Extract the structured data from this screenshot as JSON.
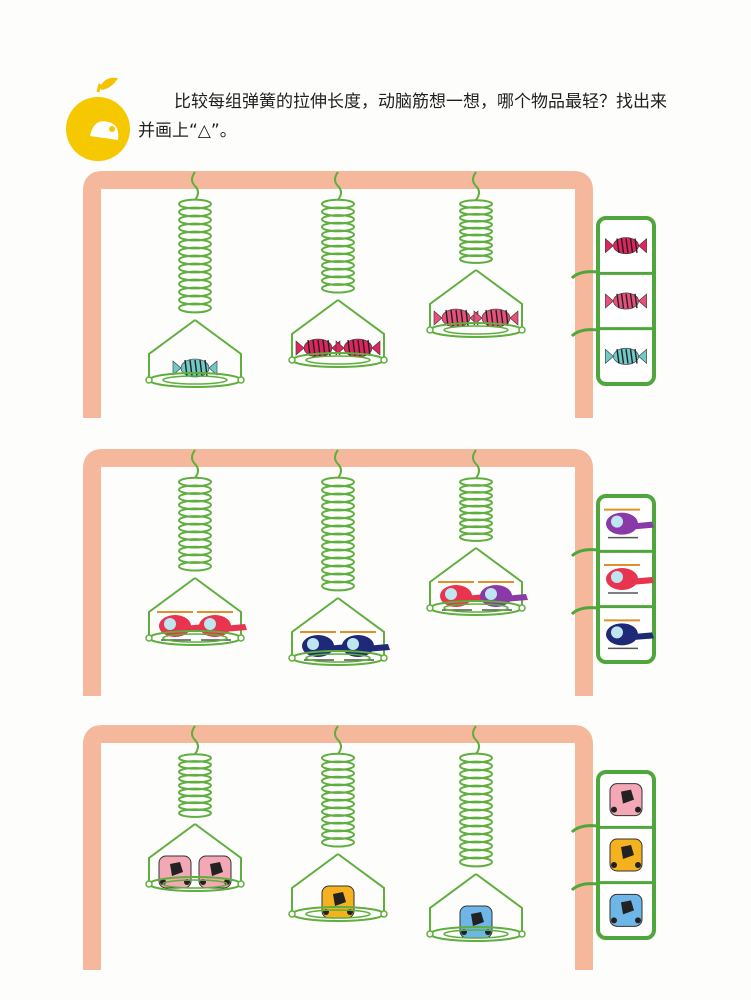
{
  "instruction": {
    "text": "比较每组弹簧的拉伸长度，动脑筋想一想，哪个物品最轻？找出来并画上“△”。",
    "apple_icon": "apple-icon"
  },
  "colors": {
    "frame": "#f5b89c",
    "spring": "#5fae3e",
    "answer_box": "#4fa63c"
  },
  "groups": [
    {
      "item": "candy",
      "springs": [
        {
          "stretch_level": "long",
          "item_count": 1,
          "item_color": "#6fc9c6"
        },
        {
          "stretch_level": "medium",
          "item_count": 2,
          "item_color": "#e0245e"
        },
        {
          "stretch_level": "short",
          "item_count": 2,
          "item_color": "#e8507a"
        }
      ],
      "answer_choices": [
        {
          "item_color": "#e0245e",
          "icon": "candy-icon"
        },
        {
          "item_color": "#e8507a",
          "icon": "candy-icon"
        },
        {
          "item_color": "#6fc9c6",
          "icon": "candy-icon"
        }
      ]
    },
    {
      "item": "helicopter",
      "springs": [
        {
          "stretch_level": "medium",
          "item_count": 2,
          "item_color": "#e8344e"
        },
        {
          "stretch_level": "long",
          "item_count": 2,
          "item_color": "#1e2a78"
        },
        {
          "stretch_level": "short",
          "item_count": 2,
          "item_color": "mixed"
        }
      ],
      "answer_choices": [
        {
          "item_color": "#8a3aa8",
          "icon": "helicopter-icon"
        },
        {
          "item_color": "#e8344e",
          "icon": "helicopter-icon"
        },
        {
          "item_color": "#1e2a78",
          "icon": "helicopter-icon"
        }
      ]
    },
    {
      "item": "cube",
      "springs": [
        {
          "stretch_level": "short",
          "item_count": 2,
          "item_color": "#f4a7b4"
        },
        {
          "stretch_level": "medium",
          "item_count": 1,
          "item_color": "#f5b21f"
        },
        {
          "stretch_level": "long",
          "item_count": 1,
          "item_color": "#6fb6e8"
        }
      ],
      "answer_choices": [
        {
          "item_color": "#f4a7b4",
          "icon": "cube-icon"
        },
        {
          "item_color": "#f5b21f",
          "icon": "cube-icon"
        },
        {
          "item_color": "#6fb6e8",
          "icon": "cube-icon"
        }
      ]
    }
  ]
}
